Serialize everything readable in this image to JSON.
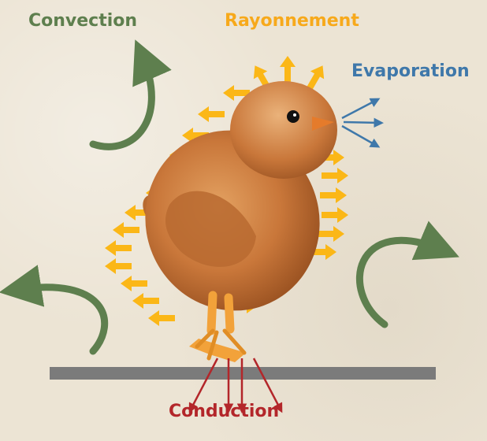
{
  "labels": {
    "convection": "Convection",
    "rayonnement": "Rayonnement",
    "evaporation": "Evaporation",
    "conduction": "Conduction"
  },
  "colors": {
    "convection": "#5e7f4e",
    "rayonnement": "#f7a91b",
    "radiation_arrow": "#fbb717",
    "evaporation": "#3f78aa",
    "conduction": "#b3262a",
    "surface": "#7b7b7b",
    "chick_body": "#c87a3a",
    "chick_leg": "#f2a23a"
  },
  "illustration": {
    "subject": "chick-icon",
    "surface": "perch-bar"
  }
}
